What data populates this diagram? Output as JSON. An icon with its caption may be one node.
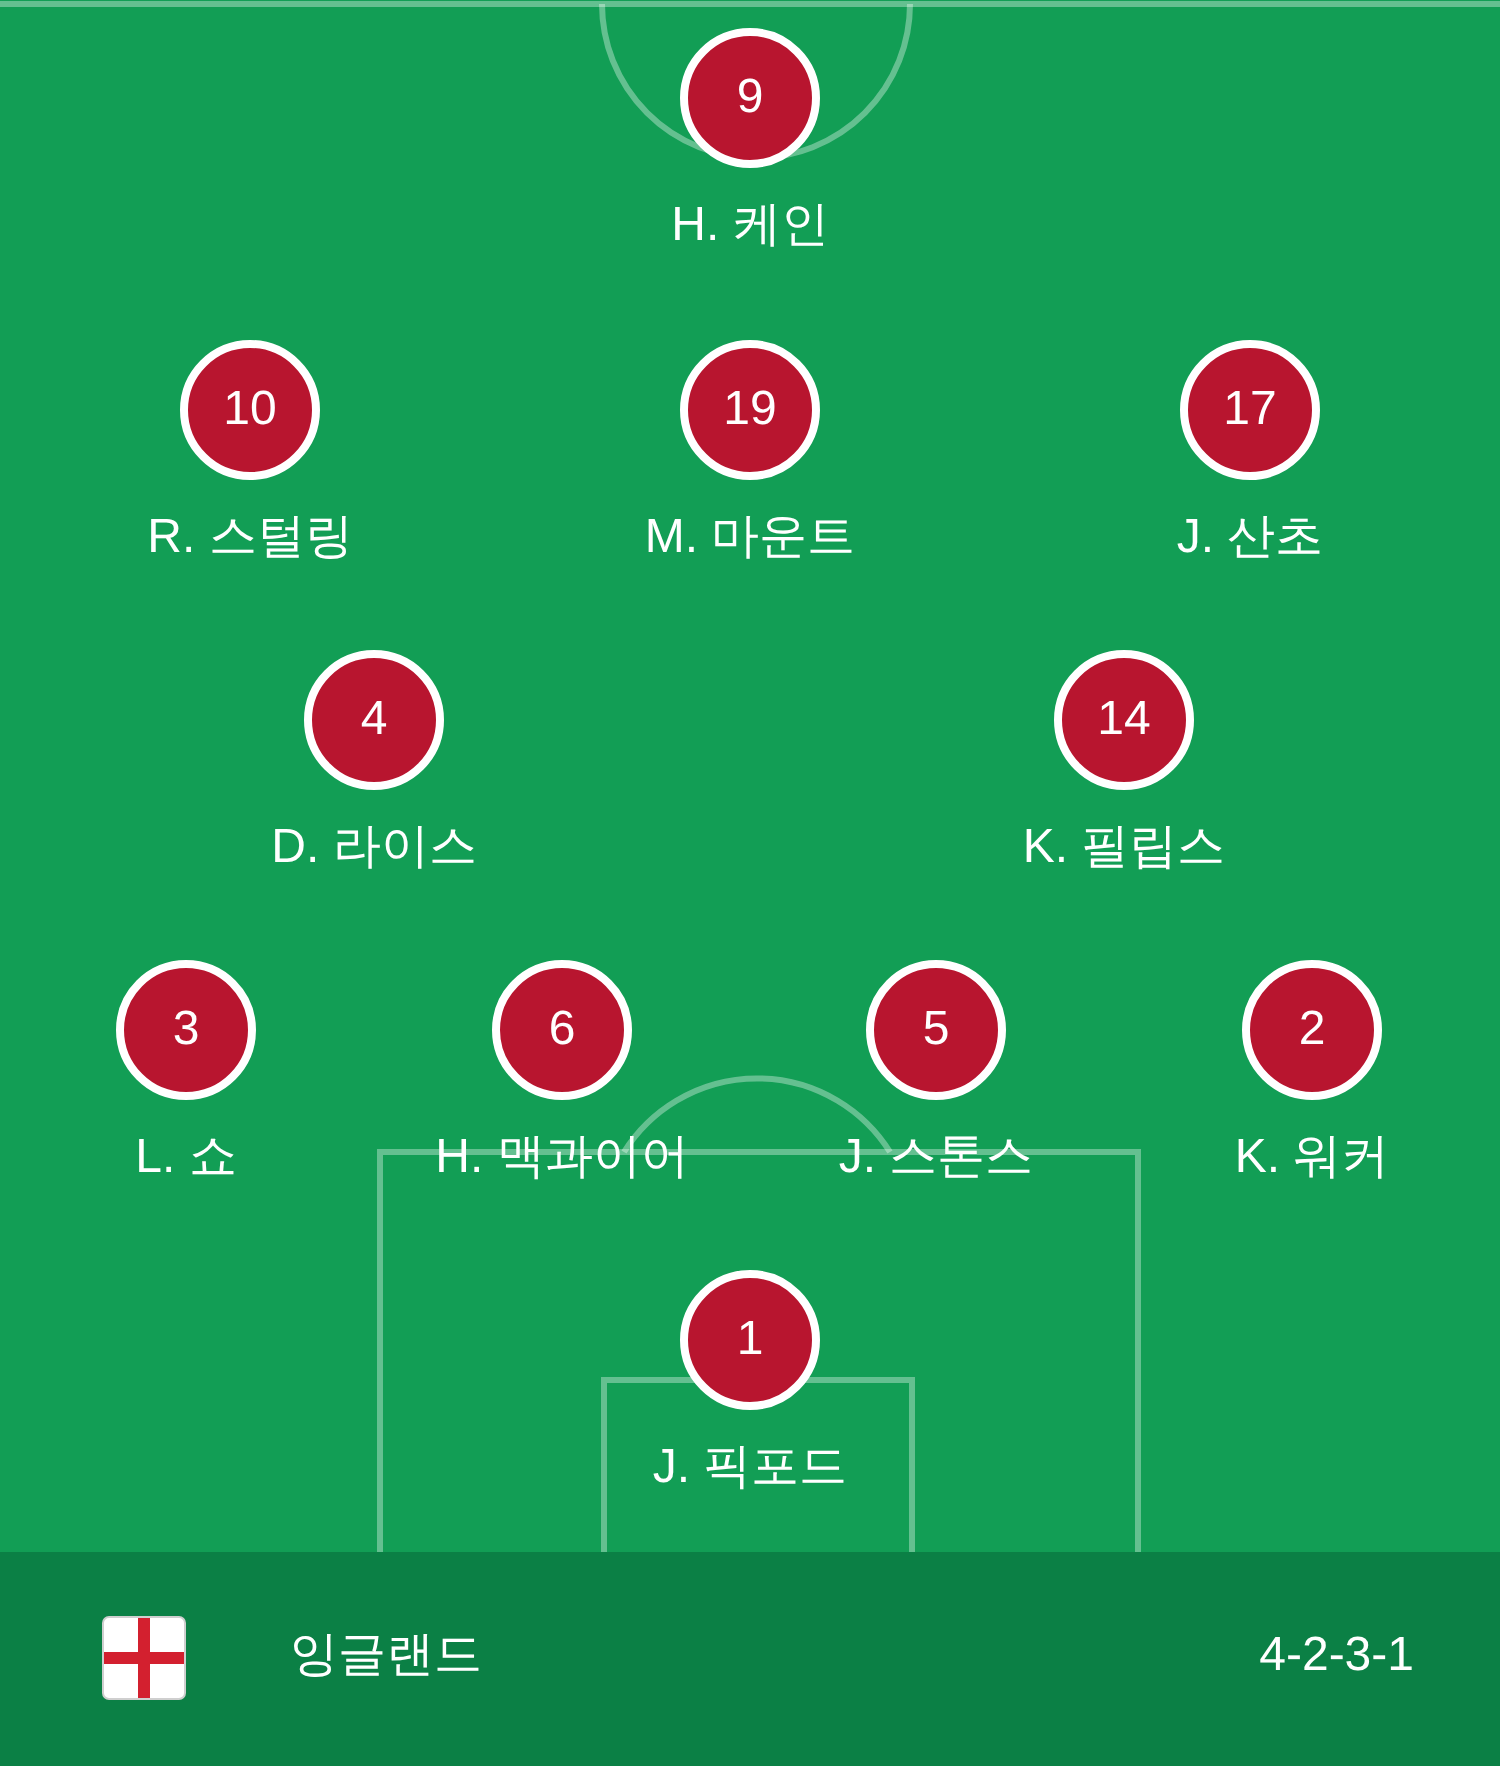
{
  "diagram": {
    "nodes": [
      {
        "text": [
          "9"
        ],
        "beside": [
          "H. 케인"
        ]
      },
      {
        "text": [
          "10"
        ],
        "beside": [
          "R. 스털링"
        ]
      },
      {
        "text": [
          "19"
        ],
        "beside": [
          "M. 마운트"
        ]
      },
      {
        "text": [
          "17"
        ],
        "beside": [
          "J. 산초"
        ]
      },
      {
        "text": [
          "4"
        ],
        "beside": [
          "D. 라이스"
        ]
      },
      {
        "text": [
          "14"
        ],
        "beside": [
          "K. 필립스"
        ]
      },
      {
        "text": [
          "3"
        ],
        "beside": [
          "L. 쇼"
        ]
      },
      {
        "text": [
          "6"
        ],
        "beside": [
          "H. 맥과이어"
        ]
      },
      {
        "text": [
          "5"
        ],
        "beside": [
          "J. 스톤스"
        ]
      },
      {
        "text": [
          "2"
        ],
        "beside": [
          "K. 워커"
        ]
      },
      {
        "text": [
          "1"
        ],
        "beside": [
          "J. 픽포드"
        ]
      }
    ],
    "labels": [
      "잉글랜드",
      "4-2-3-1"
    ]
  }
}
